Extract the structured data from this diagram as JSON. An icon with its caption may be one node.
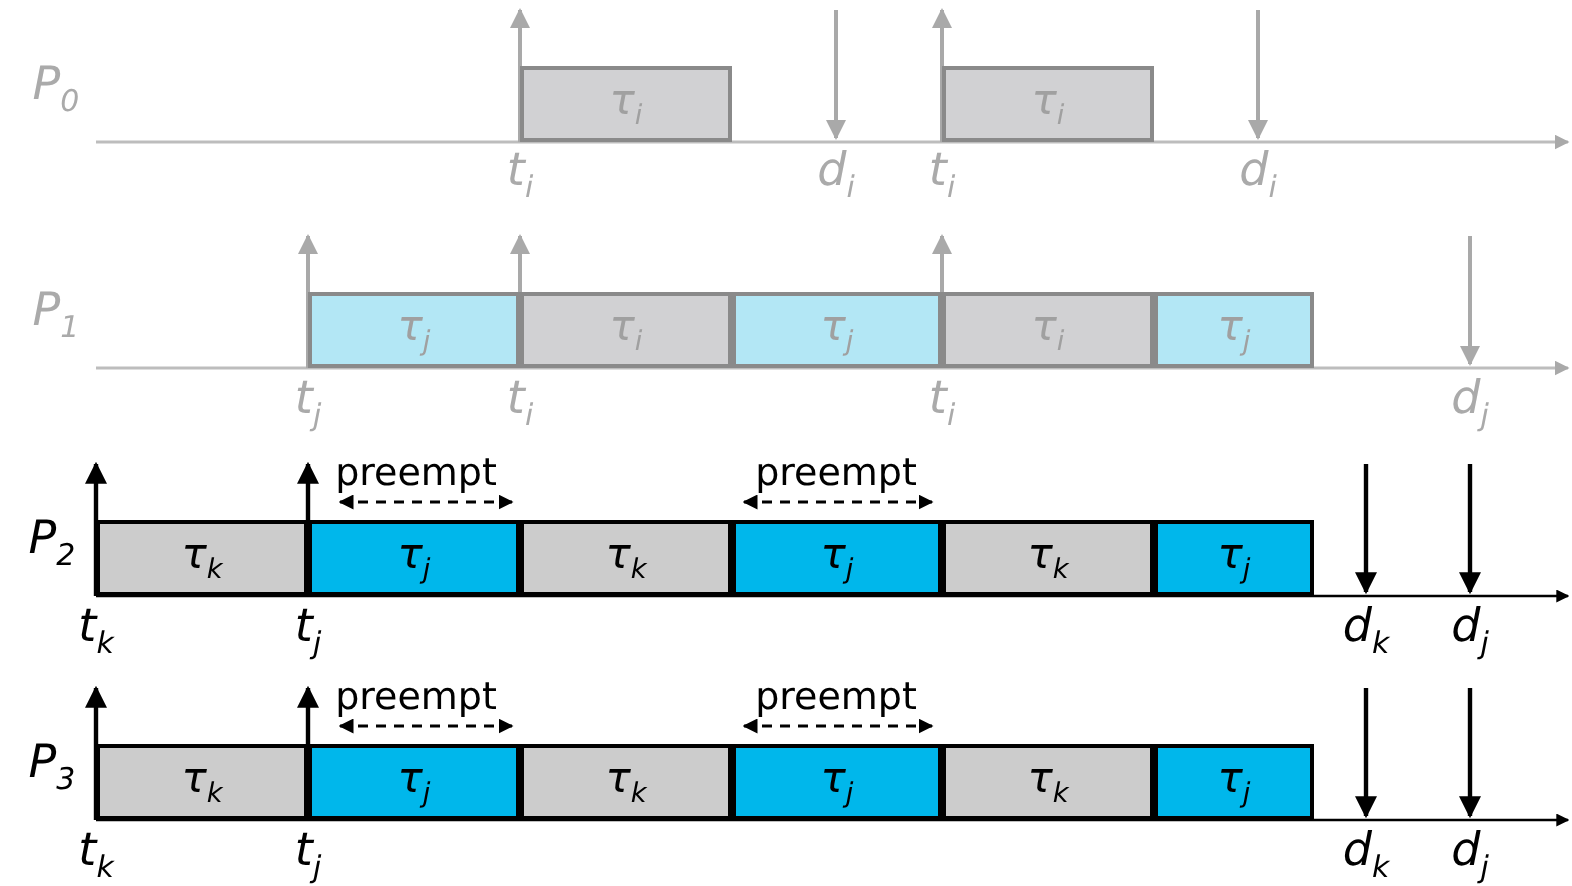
{
  "diagram": {
    "nodes": [
      {
        "text": [
          "τ$_{i}$"
        ]
      },
      {
        "text": [
          "τ$_{i}$"
        ]
      },
      {
        "text": [
          "τ$_{j}$"
        ]
      },
      {
        "text": [
          "τ$_{i}$"
        ]
      },
      {
        "text": [
          "τ$_{j}$"
        ]
      },
      {
        "text": [
          "τ$_{i}$"
        ]
      },
      {
        "text": [
          "τ$_{j}$"
        ]
      },
      {
        "text": [
          "τ$_{k}$"
        ]
      },
      {
        "text": [
          "τ$_{j}$"
        ]
      },
      {
        "text": [
          "τ$_{k}$"
        ]
      },
      {
        "text": [
          "τ$_{j}$"
        ]
      },
      {
        "text": [
          "τ$_{k}$"
        ]
      },
      {
        "text": [
          "τ$_{j}$"
        ]
      },
      {
        "text": [
          "τ$_{k}$"
        ]
      },
      {
        "text": [
          "τ$_{j}$"
        ]
      },
      {
        "text": [
          "τ$_{k}$"
        ]
      },
      {
        "text": [
          "τ$_{j}$"
        ]
      },
      {
        "text": [
          "τ$_{k}$"
        ]
      },
      {
        "text": [
          "τ$_{j}$"
        ]
      }
    ],
    "labels": [
      "P$_{0}$",
      "t$_{i}$",
      "d$_{i}$",
      "t$_{i}$",
      "d$_{i}$",
      "P$_{1}$",
      "t$_{j}$",
      "t$_{i}$",
      "t$_{i}$",
      "d$_{j}$",
      "preempt",
      "preempt",
      "P$_{2}$",
      "t$_{k}$",
      "t$_{j}$",
      "d$_{k}$",
      "d$_{j}$",
      "preempt",
      "preempt",
      "P$_{3}$",
      "t$_{k}$",
      "t$_{j}$",
      "d$_{k}$",
      "d$_{j}$"
    ]
  }
}
